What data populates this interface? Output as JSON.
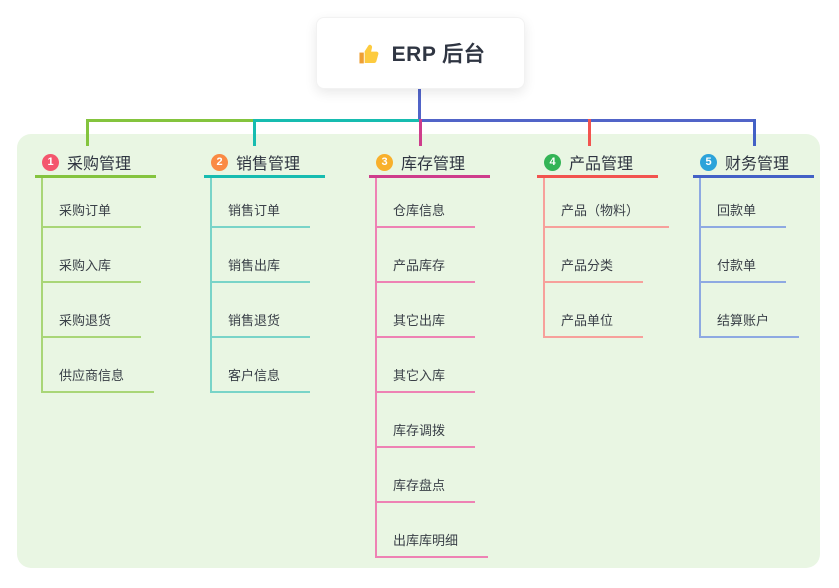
{
  "root": {
    "label": "ERP 后台",
    "icon": "thumbs-up-icon",
    "card_bg": "#ffffff",
    "line_color": "#5164c8"
  },
  "panel": {
    "bg": "#e9f6e3"
  },
  "branches": [
    {
      "num": "1",
      "title": "采购管理",
      "badge_color": "#f4566d",
      "line_color": "#84c43e",
      "child_line_color": "#a9d677",
      "children": [
        "采购订单",
        "采购入库",
        "采购退货",
        "供应商信息"
      ]
    },
    {
      "num": "2",
      "title": "销售管理",
      "badge_color": "#fa8a44",
      "line_color": "#17bcb0",
      "child_line_color": "#79d4c8",
      "children": [
        "销售订单",
        "销售出库",
        "销售退货",
        "客户信息"
      ]
    },
    {
      "num": "3",
      "title": "库存管理",
      "badge_color": "#f8b02c",
      "line_color": "#ce3d8c",
      "child_line_color": "#ee82b4",
      "children": [
        "仓库信息",
        "产品库存",
        "其它出库",
        "其它入库",
        "库存调拨",
        "库存盘点",
        "出库库明细"
      ]
    },
    {
      "num": "4",
      "title": "产品管理",
      "badge_color": "#34b456",
      "line_color": "#f2544f",
      "child_line_color": "#f7a09b",
      "children": [
        "产品（物料）",
        "产品分类",
        "产品单位"
      ]
    },
    {
      "num": "5",
      "title": "财务管理",
      "badge_color": "#2ca3da",
      "line_color": "#4361c6",
      "child_line_color": "#8ea9e2",
      "children": [
        "回款单",
        "付款单",
        "结算账户"
      ]
    }
  ]
}
